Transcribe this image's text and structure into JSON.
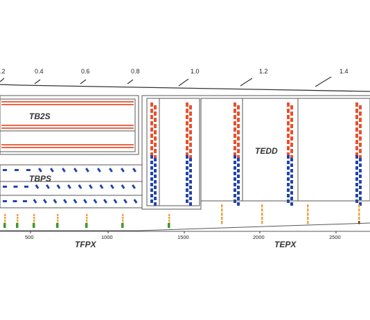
{
  "colors": {
    "red": "#e8502d",
    "blue": "#2244aa",
    "orange": "#f0a040",
    "green": "#3a9a2a",
    "outline": "#555555",
    "text": "#333333"
  },
  "eta_axis": {
    "ticks": [
      {
        "value": 0.2,
        "label": ".2"
      },
      {
        "value": 0.4,
        "label": "0.4"
      },
      {
        "value": 0.6,
        "label": "0.6"
      },
      {
        "value": 0.8,
        "label": "0.8"
      },
      {
        "value": 1.0,
        "label": "1.0"
      },
      {
        "value": 1.2,
        "label": "1.2"
      },
      {
        "value": 1.4,
        "label": "1.4"
      }
    ]
  },
  "z_axis": {
    "ticks": [
      {
        "value": 500,
        "label": "500"
      },
      {
        "value": 1000,
        "label": "1000"
      },
      {
        "value": 1500,
        "label": "1500"
      },
      {
        "value": 2000,
        "label": "2000"
      },
      {
        "value": 2500,
        "label": "2500"
      }
    ]
  },
  "regions": {
    "tb2s": "TB2S",
    "tbps": "TBPS",
    "tedd": "TEDD",
    "tfpx": "TFPX",
    "tepx": "TEPX"
  }
}
